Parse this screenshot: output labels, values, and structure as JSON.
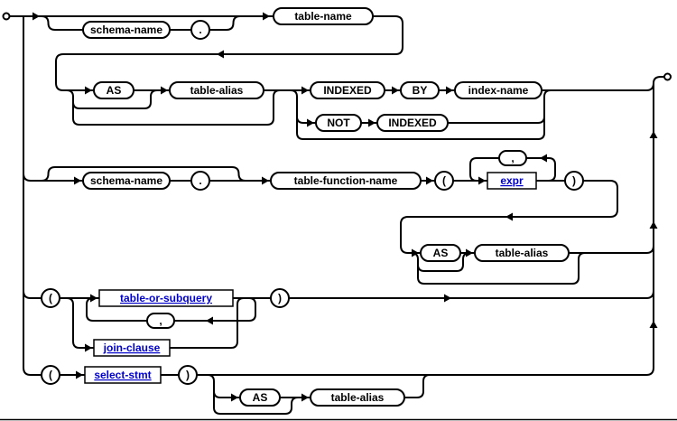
{
  "diagram": {
    "colors": {
      "line": "#000000",
      "box_fill": "#ffffff",
      "keyword_text": "#000000",
      "link_text": "#0000cc"
    },
    "nodes": {
      "schema_name_1": "schema-name",
      "dot_1": ".",
      "table_name": "table-name",
      "as_1": "AS",
      "table_alias_1": "table-alias",
      "indexed_1": "INDEXED",
      "by_1": "BY",
      "index_name": "index-name",
      "not_1": "NOT",
      "indexed_2": "INDEXED",
      "schema_name_2": "schema-name",
      "dot_2": ".",
      "table_function_name": "table-function-name",
      "lparen_1": "(",
      "comma_1": ",",
      "expr": "expr",
      "rparen_1": ")",
      "as_2": "AS",
      "table_alias_2": "table-alias",
      "lparen_2": "(",
      "table_or_subquery": "table-or-subquery",
      "comma_2": ",",
      "join_clause": "join-clause",
      "rparen_2": ")",
      "lparen_3": "(",
      "select_stmt": "select-stmt",
      "rparen_3": ")",
      "as_3": "AS",
      "table_alias_3": "table-alias"
    }
  }
}
